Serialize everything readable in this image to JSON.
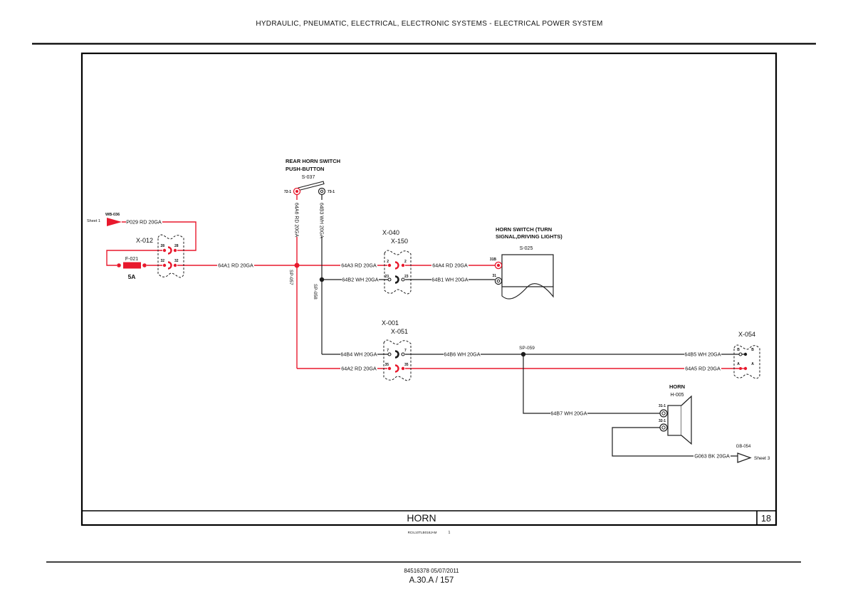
{
  "header": {
    "title": "HYDRAULIC, PNEUMATIC, ELECTRICAL, ELECTRONIC SYSTEMS - ELECTRICAL POWER SYSTEM"
  },
  "title_block": {
    "sheet_title": "HORN",
    "sheet_number": "18",
    "drawing_ref": "RCIL10TLB018JAM",
    "drawing_ref_page": "1"
  },
  "footer": {
    "publication": "84516378 05/07/2011",
    "section_page": "A.30.A / 157"
  },
  "colors": {
    "wire_red": "#E8192D",
    "wire_black": "#1C1C1C"
  },
  "components": {
    "wb036": {
      "id": "WB-036",
      "sheet_ref": "Sheet 1"
    },
    "x012": {
      "id": "X-012",
      "pin_top_left": "28",
      "pin_top_right": "28",
      "pin_bottom_left": "32",
      "pin_bottom_right": "32"
    },
    "f021": {
      "id": "F-021",
      "rating": "5A"
    },
    "s037": {
      "name_line1": "REAR HORN SWITCH",
      "name_line2": "PUSH-BUTTON",
      "id": "S-037",
      "terminal_left": "72-1",
      "terminal_right": "73-1"
    },
    "x040": {
      "id_line1": "X-040",
      "id_line2": "X-150",
      "pin_top_left": "2",
      "pin_top_right": "2",
      "pin_bottom_left": "23",
      "pin_bottom_right": "23"
    },
    "s025": {
      "name_line1": "HORN SWITCH (TURN",
      "name_line2": "SIGNAL,DRIVING LIGHTS)",
      "id": "S-025",
      "pin_top": "31B",
      "pin_bottom": "31"
    },
    "x001": {
      "id_line1": "X-001",
      "id_line2": "X-051",
      "pin_top_left": "7",
      "pin_top_right": "7",
      "pin_bottom_left": "35",
      "pin_bottom_right": "35"
    },
    "x054": {
      "id": "X-054",
      "pin_top_left": "B",
      "pin_top_right": "B",
      "pin_bottom_left": "A",
      "pin_bottom_right": "A"
    },
    "h005": {
      "name": "HORN",
      "id": "H-005",
      "terminal_top": "31-1",
      "terminal_bottom": "32-1"
    },
    "gb054": {
      "id": "GB-054",
      "sheet_ref": "Sheet 3"
    }
  },
  "splices": {
    "sp057": "SP-057",
    "sp058": "SP-058",
    "sp059": "SP-059"
  },
  "wires": {
    "w_p029": "P029 RD 20GA",
    "w_64a1": "64A1 RD 20GA",
    "w_64a2": "64A2 RD 20GA",
    "w_64a3": "64A3 RD 20GA",
    "w_64a4": "64A4 RD 20GA",
    "w_64a5": "64A5 RD 20GA",
    "w_64a6": "64A6 RD 20GA",
    "w_64b1": "64B1 WH 20GA",
    "w_64b2": "64B2 WH 20GA",
    "w_64b3": "64B3 WH 20GA",
    "w_64b4": "64B4 WH 20GA",
    "w_64b5": "64B5 WH 20GA",
    "w_64b6": "64B6 WH 20GA",
    "w_64b7": "64B7 WH 20GA",
    "w_g063": "G063 BK 20GA"
  }
}
